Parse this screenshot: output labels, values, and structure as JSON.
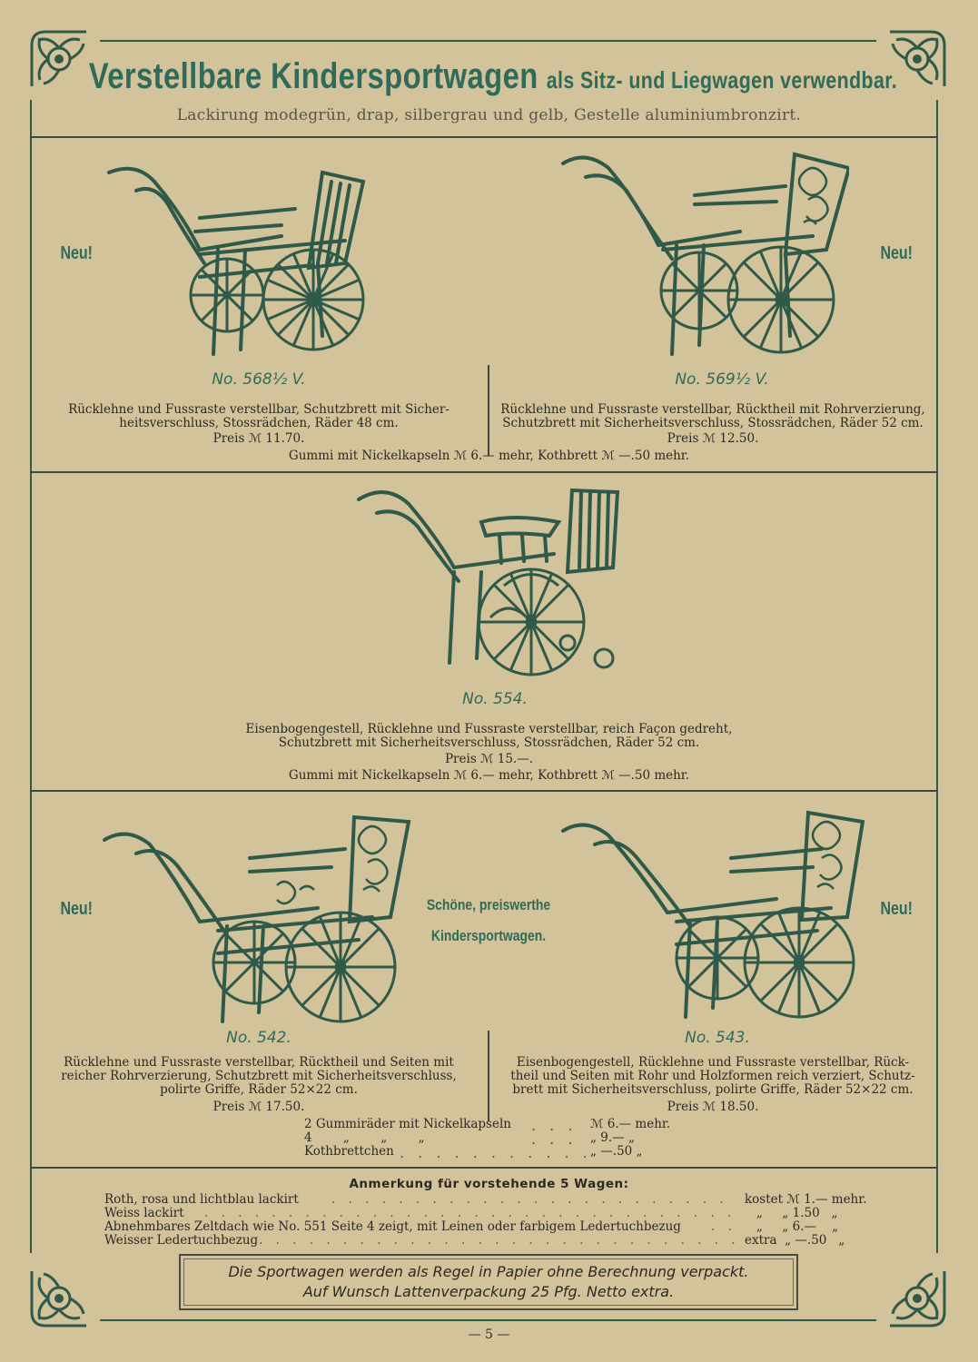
{
  "header": {
    "title_main": "Verstellbare Kindersportwagen",
    "title_rest": "als Sitz- und Liegwagen verwendbar.",
    "subtitle": "Lackirung modegrün, drap, silbergrau und gelb, Gestelle aluminiumbronzirt."
  },
  "badges": {
    "neu": "Neu!"
  },
  "products": {
    "p568": {
      "model": "No. 568½ V.",
      "desc1": "Rücklehne und Fussraste verstellbar, Schutzbrett mit Sicher-",
      "desc2": "heitsverschluss, Stossrädchen, Räder 48 cm.",
      "price": "Preis ℳ 11.70."
    },
    "p569": {
      "model": "No. 569½ V.",
      "desc1": "Rücklehne und Fussraste verstellbar, Rücktheil mit Rohrverzierung,",
      "desc2": "Schutzbrett mit Sicherheitsverschluss, Stossrädchen, Räder 52 cm.",
      "price": "Preis ℳ 12.50."
    },
    "p554": {
      "model": "No. 554.",
      "desc1": "Eisenbogengestell, Rücklehne und Fussraste verstellbar, reich Façon gedreht,",
      "desc2": "Schutzbrett mit Sicherheitsverschluss, Stossrädchen, Räder 52 cm.",
      "price": "Preis ℳ 15.—."
    },
    "p542": {
      "model": "No. 542.",
      "desc1": "Rücklehne und Fussraste verstellbar, Rücktheil und Seiten mit",
      "desc2": "reicher Rohrverzierung, Schutzbrett mit Sicherheitsverschluss,",
      "desc3": "polirte Griffe, Räder 52×22 cm.",
      "price": "Preis ℳ 17.50."
    },
    "p543": {
      "model": "No. 543.",
      "desc1": "Eisenbogengestell, Rücklehne und Fussraste verstellbar, Rück-",
      "desc2": "theil und Seiten mit Rohr und Holzformen reich verziert, Schutz-",
      "desc3": "brett mit Sicherheitsverschluss, polirte Griffe, Räder 52×22 cm.",
      "price": "Preis ℳ 18.50."
    }
  },
  "extras_top": "Gummi mit Nickelkapseln ℳ 6.— mehr, Kothbrett ℳ —.50 mehr.",
  "extras_mid": "Gummi mit Nickelkapseln ℳ 6.— mehr, Kothbrett ℳ —.50 mehr.",
  "mid_ad": {
    "line1": "Schöne, preiswerthe",
    "line2": "Kindersportwagen."
  },
  "options": [
    {
      "label": "2 Gummiräder mit Nickelkapseln",
      "price": "ℳ 6.— mehr."
    },
    {
      "label": "4        „        „        „",
      "price": "„ 9.— „"
    },
    {
      "label": "Kothbrettchen",
      "price": "„ —.50 „"
    }
  ],
  "anmerkung": {
    "title": "Anmerkung für vorstehende 5 Wagen:",
    "rows": [
      {
        "label": "Roth, rosa und lichtblau lackirt",
        "price": "kostet ℳ 1.— mehr."
      },
      {
        "label": "Weiss lackirt",
        "price": "   „     „ 1.50   „"
      },
      {
        "label": "Abnehmbares Zeltdach wie No. 551 Seite 4 zeigt, mit Leinen oder farbigem Ledertuchbezug",
        "price": "   „     „ 6.—    „"
      },
      {
        "label": "Weisser Ledertuchbezug",
        "price": "extra  „ —.50   „"
      }
    ]
  },
  "note": {
    "line1": "Die Sportwagen werden als Regel in Papier ohne Berechnung verpackt.",
    "line2": "Auf Wunsch Lattenverpackung 25 Pfg. Netto extra."
  },
  "page_number": "— 5 —",
  "colors": {
    "paper": "#d3c39b",
    "green": "#2f6b58",
    "ink": "#2a2a24"
  }
}
